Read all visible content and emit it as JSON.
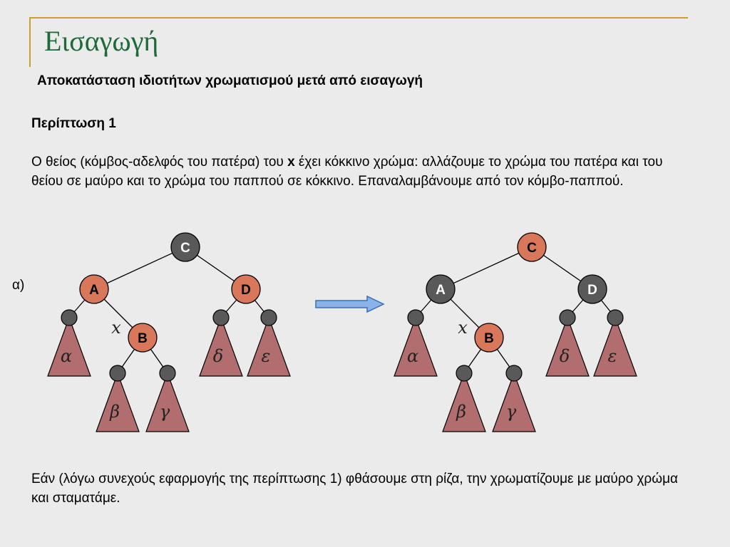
{
  "slide": {
    "title": "Εισαγωγή",
    "subtitle": "Αποκατάσταση ιδιοτήτων χρωματισμού μετά από εισαγωγή",
    "case_title": "Περίπτωση 1",
    "para1_start": "Ο θείος (κόμβος-αδελφός του πατέρα) του ",
    "para1_bold": "x",
    "para1_end": " έχει κόκκινο χρώμα: αλλάζουμε το χρώμα του πατέρα και του θείου σε μαύρο και το χρώμα του παππού σε κόκκινο. Επαναλαμβάνουμε από τον κόμβο-παππού.",
    "label_a": "α)",
    "para2": "Εάν (λόγω συνεχούς εφαρμογής της περίπτωσης 1) φθάσουμε στη ρίζα, την χρωματίζουμε με μαύρο χρώμα και σταματάμε."
  },
  "colors": {
    "red_node": "#d9775b",
    "black_node": "#595959",
    "triangle": "#b26e6e",
    "arrow": "#8ab4e8",
    "title": "#1e6b3a",
    "rule": "#c8a030"
  },
  "diagram": {
    "x_label": "x",
    "before": {
      "nodes": [
        {
          "id": "C",
          "label": "C",
          "color": "black"
        },
        {
          "id": "A",
          "label": "A",
          "color": "red"
        },
        {
          "id": "D",
          "label": "D",
          "color": "red"
        },
        {
          "id": "B",
          "label": "B",
          "color": "red"
        }
      ],
      "subtrees": [
        "α",
        "β",
        "γ",
        "δ",
        "ε"
      ]
    },
    "after": {
      "nodes": [
        {
          "id": "C",
          "label": "C",
          "color": "red"
        },
        {
          "id": "A",
          "label": "A",
          "color": "black"
        },
        {
          "id": "D",
          "label": "D",
          "color": "black"
        },
        {
          "id": "B",
          "label": "B",
          "color": "red"
        }
      ],
      "subtrees": [
        "α",
        "β",
        "γ",
        "δ",
        "ε"
      ]
    }
  }
}
